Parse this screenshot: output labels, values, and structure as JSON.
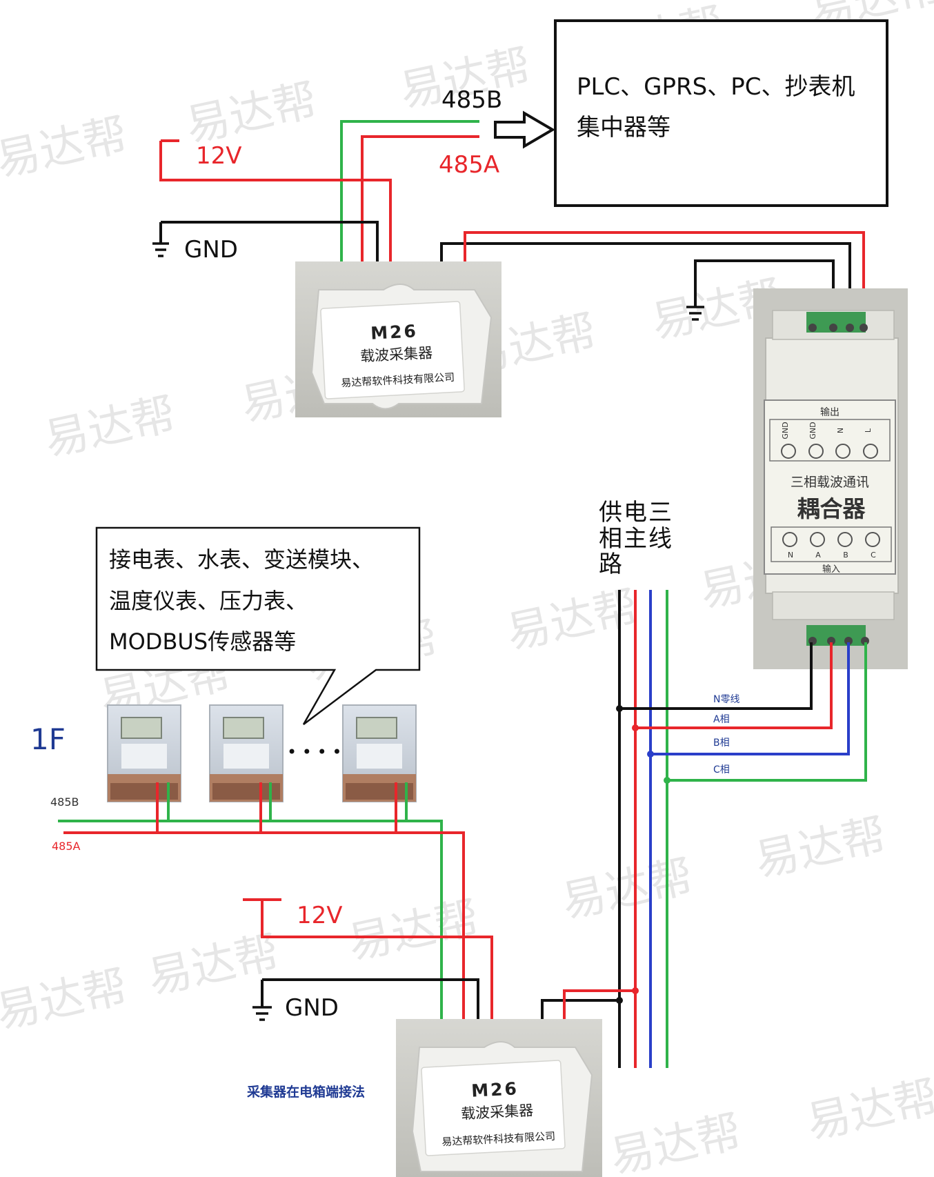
{
  "watermark": "易达帮",
  "top": {
    "label_485b": "485B",
    "label_485a": "485A",
    "label_12v": "12V",
    "label_gnd": "GND",
    "target_line1": "PLC、GPRS、PC、抄表机",
    "target_line2": "集中器等"
  },
  "collector_top": {
    "model": "M26",
    "name": "载波采集器",
    "company": "易达帮软件科技有限公司"
  },
  "coupler": {
    "output_label": "输出",
    "out_terminals": [
      "GND",
      "GND",
      "N",
      "L"
    ],
    "title_small": "三相载波通讯",
    "title_big": "耦合器",
    "in_terminals": [
      "N",
      "A",
      "B",
      "C"
    ],
    "input_label": "输入"
  },
  "mains": {
    "line1": "供电三",
    "line2": "相主线",
    "line3": "路"
  },
  "phases": {
    "n": "N零线",
    "a": "A相",
    "b": "B相",
    "c": "C相"
  },
  "callout": {
    "line1": "接电表、水表、变送模块、",
    "line2": "温度仪表、压力表、",
    "line3": "MODBUS传感器等"
  },
  "floor_label": "1F",
  "dots": "• • • •",
  "bus": {
    "label_485b": "485B",
    "label_485a": "485A"
  },
  "bottom": {
    "label_12v": "12V",
    "label_gnd": "GND",
    "note": "采集器在电箱端接法"
  },
  "collector_bottom": {
    "model": "M26",
    "name": "载波采集器",
    "company": "易达帮软件科技有限公司"
  },
  "colors": {
    "red": "#e8262b",
    "green": "#2fb34a",
    "blue": "#2a3fc9",
    "black": "#111111",
    "navy": "#1f3a93"
  }
}
